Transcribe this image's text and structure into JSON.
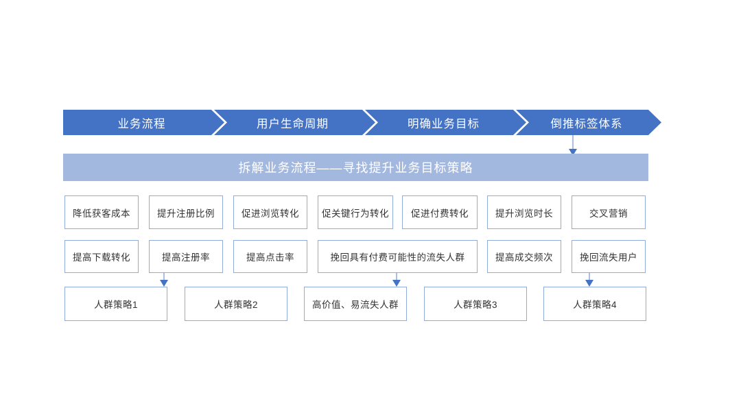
{
  "diagram": {
    "title_banner": "拆解业务流程——寻找提升业务目标策略",
    "process_steps": [
      {
        "label": "业务流程"
      },
      {
        "label": "用户生命周期"
      },
      {
        "label": "明确业务目标"
      },
      {
        "label": "倒推标签体系"
      }
    ],
    "row1": [
      {
        "label": "降低获客成本"
      },
      {
        "label": "提升注册比例"
      },
      {
        "label": "促进浏览转化"
      },
      {
        "label": "促关键行为转化"
      },
      {
        "label": "促进付费转化"
      },
      {
        "label": "提升浏览时长"
      },
      {
        "label": "交叉营销"
      }
    ],
    "row2": [
      {
        "label": "提高下载转化"
      },
      {
        "label": "提高注册率"
      },
      {
        "label": "提高点击率"
      },
      {
        "label": "挽回具有付费可能性的流失人群"
      },
      {
        "label": "提高成交频次"
      },
      {
        "label": "挽回流失用户"
      }
    ],
    "row3": [
      {
        "label": "人群策略1"
      },
      {
        "label": "人群策略2"
      },
      {
        "label": "高价值、易流失人群"
      },
      {
        "label": "人群策略3"
      },
      {
        "label": "人群策略4"
      }
    ],
    "colors": {
      "chevron_fill": "#4472C4",
      "banner_fill": "#A3B8DF",
      "box_border": "#8FAADC",
      "connector": "#A9C0E4",
      "arrow_head": "#4472C4",
      "text_dark": "#333333",
      "text_light": "#FFFFFF"
    }
  }
}
